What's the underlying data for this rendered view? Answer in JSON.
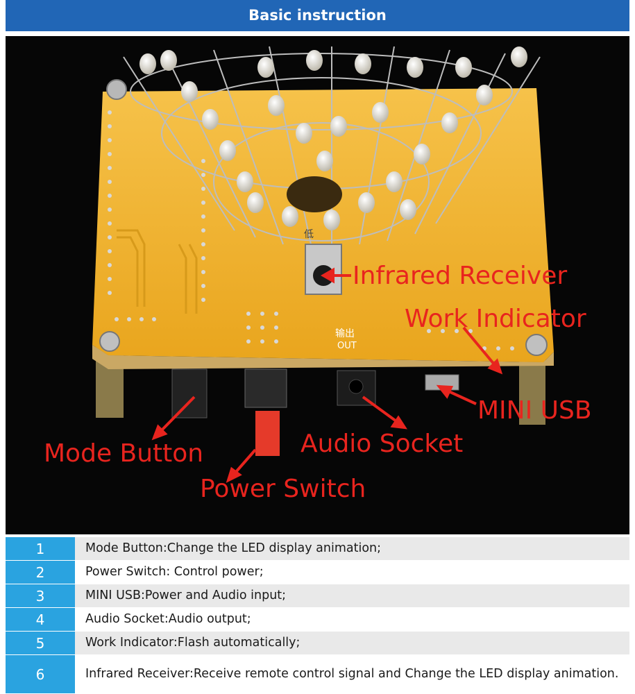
{
  "header": {
    "title": "Basic instruction"
  },
  "callouts": {
    "infrared_receiver": "Infrared Receiver",
    "work_indicator": "Work Indicator",
    "mini_usb": "MINI USB",
    "mode_button": "Mode Button",
    "audio_socket": "Audio Socket",
    "power_switch": "Power Switch"
  },
  "board_text": {
    "output_cn": "输出",
    "output_en": "OUT",
    "low_cn": "低"
  },
  "colors": {
    "header_bg": "#2166b6",
    "number_bg": "#2aa3e0",
    "callout_red": "#e8241e",
    "board_yellow": "#f2b32a"
  },
  "table": {
    "rows": [
      {
        "num": "1",
        "text": "Mode Button:Change the LED display animation;"
      },
      {
        "num": "2",
        "text": "Power Switch: Control power;"
      },
      {
        "num": "3",
        "text": "MINI USB:Power and Audio input;"
      },
      {
        "num": "4",
        "text": "Audio Socket:Audio output;"
      },
      {
        "num": "5",
        "text": "Work Indicator:Flash automatically;"
      },
      {
        "num": "6",
        "text": "Infrared Receiver:Receive remote control signal and Change the LED display animation."
      }
    ]
  }
}
